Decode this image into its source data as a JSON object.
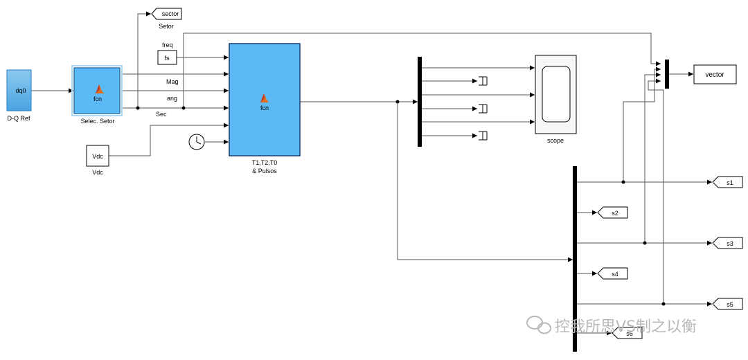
{
  "blocks": {
    "dq_ref": {
      "port": "dq0",
      "caption": "D-Q Ref"
    },
    "selec_setor": {
      "fn": "fcn",
      "caption": "Selec. Setor"
    },
    "vdc_const": {
      "value": "Vdc",
      "caption": "Vdc"
    },
    "fs_const": {
      "value": "fs"
    },
    "svm_block": {
      "fn": "fcn",
      "caption_line1": "T1,T2,T0",
      "caption_line2": "& Pulsos"
    },
    "scope": {
      "caption": "scope"
    },
    "vector_tag": {
      "label": "vector"
    },
    "sector_tag": {
      "label": "sector",
      "caption": "Setor"
    }
  },
  "signals": {
    "freq": "freq",
    "mag": "Mag",
    "ang": "ang",
    "sec": "Sec"
  },
  "goto_tags": [
    {
      "label": "s1"
    },
    {
      "label": "s2"
    },
    {
      "label": "s3"
    },
    {
      "label": "s4"
    },
    {
      "label": "s5"
    },
    {
      "label": "s6"
    }
  ],
  "watermark": "控我所思VS制之以衡",
  "colors": {
    "block_blue": "#5bb9f6",
    "block_border": "#2b7fc4",
    "dq_gradient_top": "#8ccaf0",
    "dq_gradient_bottom": "#4aa3e0",
    "wire": "#555555",
    "bus": "#000000"
  }
}
